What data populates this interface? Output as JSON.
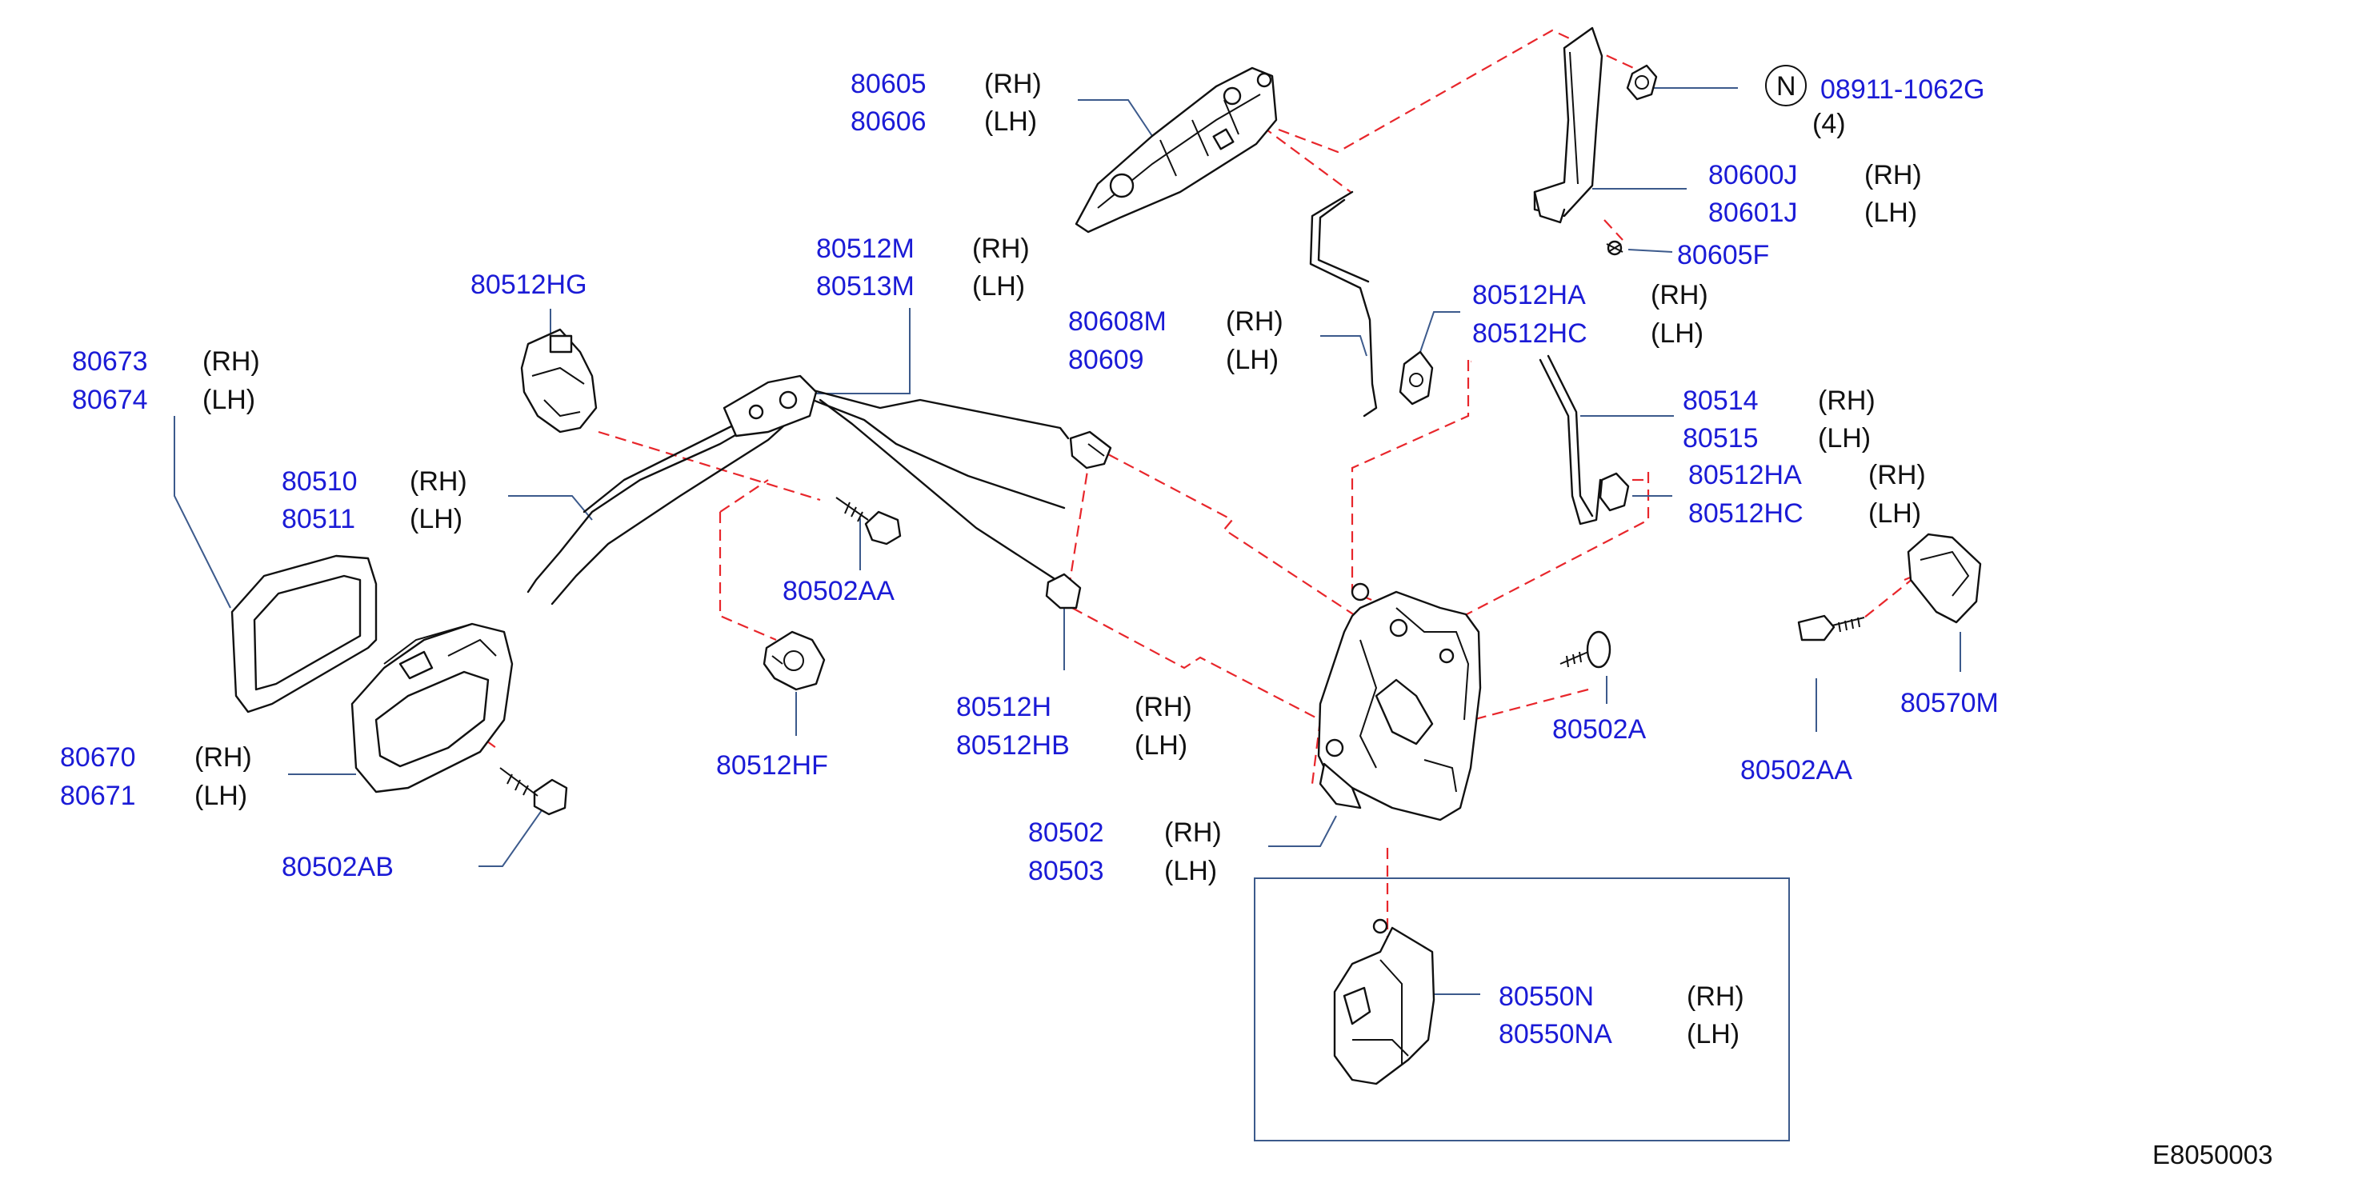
{
  "callouts": [
    {
      "id": "c1",
      "parts": [
        {
          "number": "80605",
          "side": "(RH)"
        },
        {
          "number": "80606",
          "side": "(LH)"
        }
      ]
    },
    {
      "id": "c2",
      "prefix": "N",
      "parts": [
        {
          "number": "08911-1062G",
          "side": ""
        }
      ],
      "qty": "(4)"
    },
    {
      "id": "c3",
      "parts": [
        {
          "number": "80600J",
          "side": "(RH)"
        },
        {
          "number": "80601J",
          "side": "(LH)"
        }
      ]
    },
    {
      "id": "c4",
      "parts": [
        {
          "number": "80605F",
          "side": ""
        }
      ]
    },
    {
      "id": "c5",
      "parts": [
        {
          "number": "80512M",
          "side": "(RH)"
        },
        {
          "number": "80513M",
          "side": "(LH)"
        }
      ]
    },
    {
      "id": "c6",
      "parts": [
        {
          "number": "80512HG",
          "side": ""
        }
      ]
    },
    {
      "id": "c7",
      "parts": [
        {
          "number": "80608M",
          "side": "(RH)"
        },
        {
          "number": "80609",
          "side": "(LH)"
        }
      ]
    },
    {
      "id": "c8",
      "parts": [
        {
          "number": "80512HA",
          "side": "(RH)"
        },
        {
          "number": "80512HC",
          "side": "(LH)"
        }
      ]
    },
    {
      "id": "c9",
      "parts": [
        {
          "number": "80673",
          "side": "(RH)"
        },
        {
          "number": "80674",
          "side": "(LH)"
        }
      ]
    },
    {
      "id": "c10",
      "parts": [
        {
          "number": "80514",
          "side": "(RH)"
        },
        {
          "number": "80515",
          "side": "(LH)"
        }
      ]
    },
    {
      "id": "c11",
      "parts": [
        {
          "number": "80510",
          "side": "(RH)"
        },
        {
          "number": "80511",
          "side": "(LH)"
        }
      ]
    },
    {
      "id": "c12",
      "parts": [
        {
          "number": "80512HA",
          "side": "(RH)"
        },
        {
          "number": "80512HC",
          "side": "(LH)"
        }
      ]
    },
    {
      "id": "c13",
      "parts": [
        {
          "number": "80502AA",
          "side": ""
        }
      ]
    },
    {
      "id": "c14",
      "parts": [
        {
          "number": "80512H",
          "side": "(RH)"
        },
        {
          "number": "80512HB",
          "side": "(LH)"
        }
      ]
    },
    {
      "id": "c15",
      "parts": [
        {
          "number": "80570M",
          "side": ""
        }
      ]
    },
    {
      "id": "c16",
      "parts": [
        {
          "number": "80502A",
          "side": ""
        }
      ]
    },
    {
      "id": "c17",
      "parts": [
        {
          "number": "80670",
          "side": "(RH)"
        },
        {
          "number": "80671",
          "side": "(LH)"
        }
      ]
    },
    {
      "id": "c18",
      "parts": [
        {
          "number": "80512HF",
          "side": ""
        }
      ]
    },
    {
      "id": "c19",
      "parts": [
        {
          "number": "80502AA",
          "side": ""
        }
      ]
    },
    {
      "id": "c20",
      "parts": [
        {
          "number": "80502",
          "side": "(RH)"
        },
        {
          "number": "80503",
          "side": "(LH)"
        }
      ]
    },
    {
      "id": "c21",
      "parts": [
        {
          "number": "80502AB",
          "side": ""
        }
      ]
    },
    {
      "id": "c22",
      "parts": [
        {
          "number": "80550N",
          "side": "(RH)"
        },
        {
          "number": "80550NA",
          "side": "(LH)"
        }
      ]
    }
  ],
  "diagram_code": "E8050003",
  "colors": {
    "part_number": "#1b1bd6",
    "text": "#111111",
    "leader": "#3c5a8c",
    "dashed": "#e8262b"
  }
}
